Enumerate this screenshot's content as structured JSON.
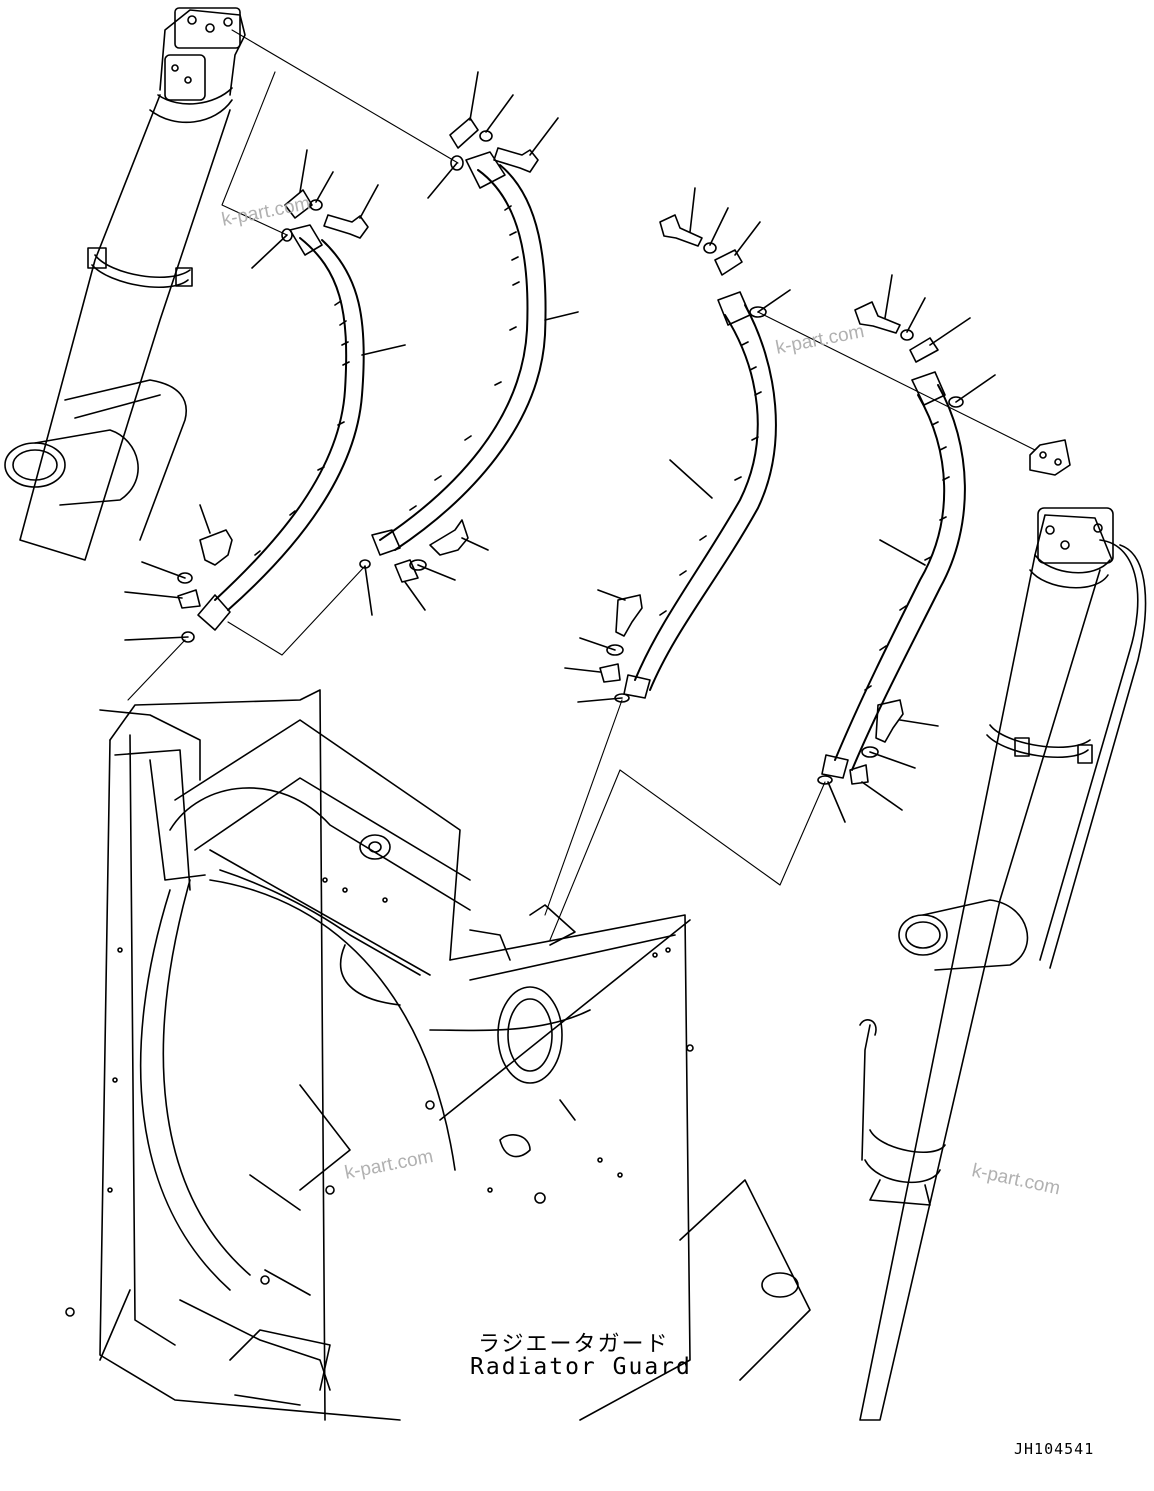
{
  "caption_jp": "ラジエータガード",
  "caption_en": "Radiator Guard",
  "drawing_code": "JH104541",
  "watermarks": [
    "k-part.com",
    "k-part.com",
    "k-part.com",
    "k-part.com"
  ],
  "colors": {
    "line": "#000000",
    "watermark": "#a9a9a9",
    "background": "#ffffff"
  }
}
